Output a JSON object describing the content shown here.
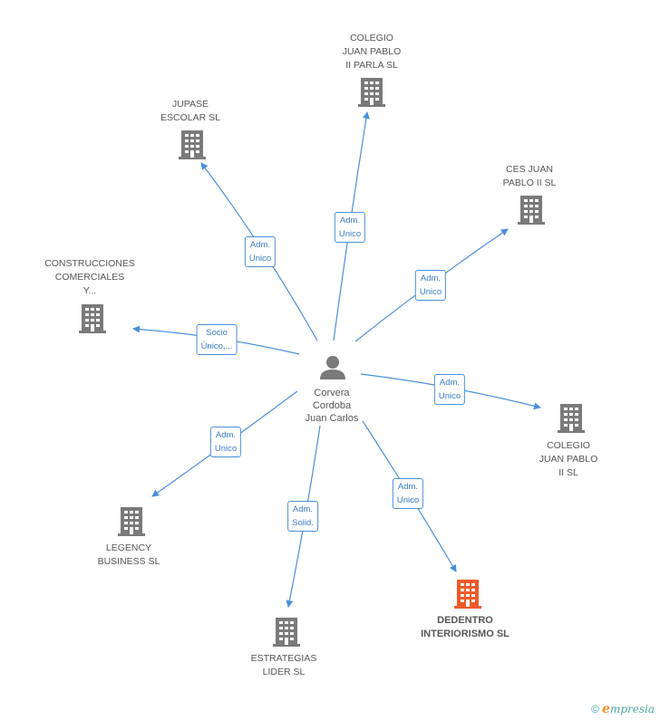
{
  "colors": {
    "edge": "#4a90d9",
    "building": "#7a7a7a",
    "building_highlight": "#f05a28",
    "person": "#7a7a7a"
  },
  "person": {
    "name": "Corvera\nCordoba\nJuan Carlos",
    "icon": "person-icon"
  },
  "companies": [
    {
      "id": "colegio-juan-pablo-ii-parla",
      "label": "COLEGIO\nJUAN PABLO\nII PARLA  SL",
      "edge_label": "Adm.\nUnico",
      "highlight": false
    },
    {
      "id": "jupase-escolar",
      "label": "JUPASE\nESCOLAR SL",
      "edge_label": "Adm.\nUnico",
      "highlight": false
    },
    {
      "id": "ces-juan-pablo-ii",
      "label": "CES JUAN\nPABLO II  SL",
      "edge_label": "Adm.\nUnico",
      "highlight": false
    },
    {
      "id": "construcciones-comerciales",
      "label": "CONSTRUCCIONES\nCOMERCIALES\nY...",
      "edge_label": "Socio\nÚnico,...",
      "highlight": false
    },
    {
      "id": "colegio-juan-pablo-ii",
      "label": "COLEGIO\nJUAN PABLO\nII SL",
      "edge_label": "Adm.\nUnico",
      "highlight": false
    },
    {
      "id": "legency-business",
      "label": "LEGENCY\nBUSINESS SL",
      "edge_label": "Adm.\nUnico",
      "highlight": false
    },
    {
      "id": "estrategias-lider",
      "label": "ESTRATEGIAS\nLIDER SL",
      "edge_label": "Adm.\nSolid.",
      "highlight": false
    },
    {
      "id": "dedentro-interiorismo",
      "label": "DEDENTRO\nINTERIORISMO SL",
      "edge_label": "Adm.\nUnico",
      "highlight": true
    }
  ],
  "footer": {
    "copyright_symbol": "©",
    "brand_first": "e",
    "brand_rest": "mpresia"
  }
}
